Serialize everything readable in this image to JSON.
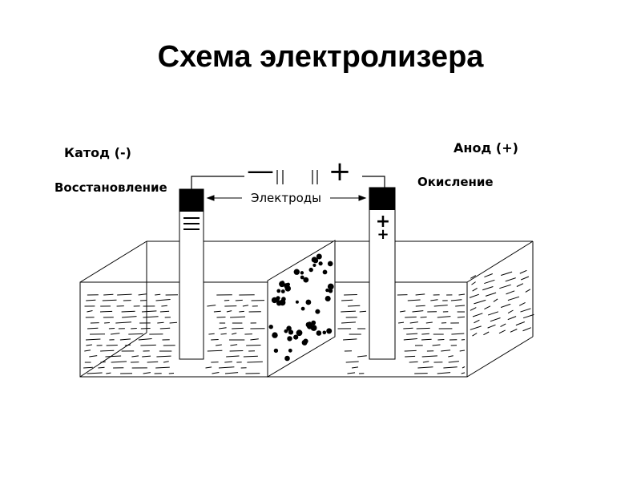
{
  "title": "Схема электролизера",
  "cathode": {
    "label": "Катод (-)",
    "process": "Восстановление",
    "sign": "—"
  },
  "anode": {
    "label": "Анод (+)",
    "process": "Окисление",
    "sign": "+"
  },
  "electrodes_label": "Электроды"
}
